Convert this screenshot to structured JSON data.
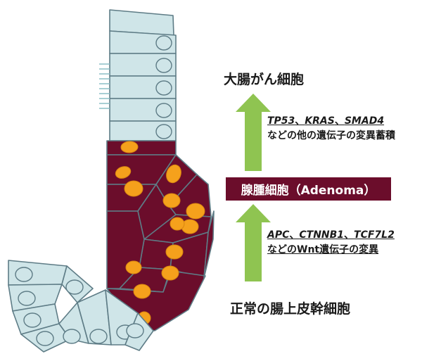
{
  "labels": {
    "cancer": "大腸がん細胞",
    "normal": "正常の腸上皮幹細胞",
    "adenoma": "腺腫細胞（Adenoma）"
  },
  "upper_mutations": {
    "genes": [
      "TP53",
      "KRAS",
      "SMAD4"
    ],
    "separator": "、",
    "caption": "などの他の遺伝子の変異蓄積"
  },
  "lower_mutations": {
    "genes": [
      "APC",
      "CTNNB1",
      "TCF7L2"
    ],
    "separator": "、",
    "caption": "などのWnt遺伝子の変異"
  },
  "colors": {
    "normal_cell": "#cfe5e8",
    "cell_outline": "#5e7c86",
    "adenoma_cell": "#6b0d2b",
    "adenoma_nucleus": "#f5a11c",
    "arrow": "#8fc451",
    "label_box": "#6b0d2b"
  }
}
